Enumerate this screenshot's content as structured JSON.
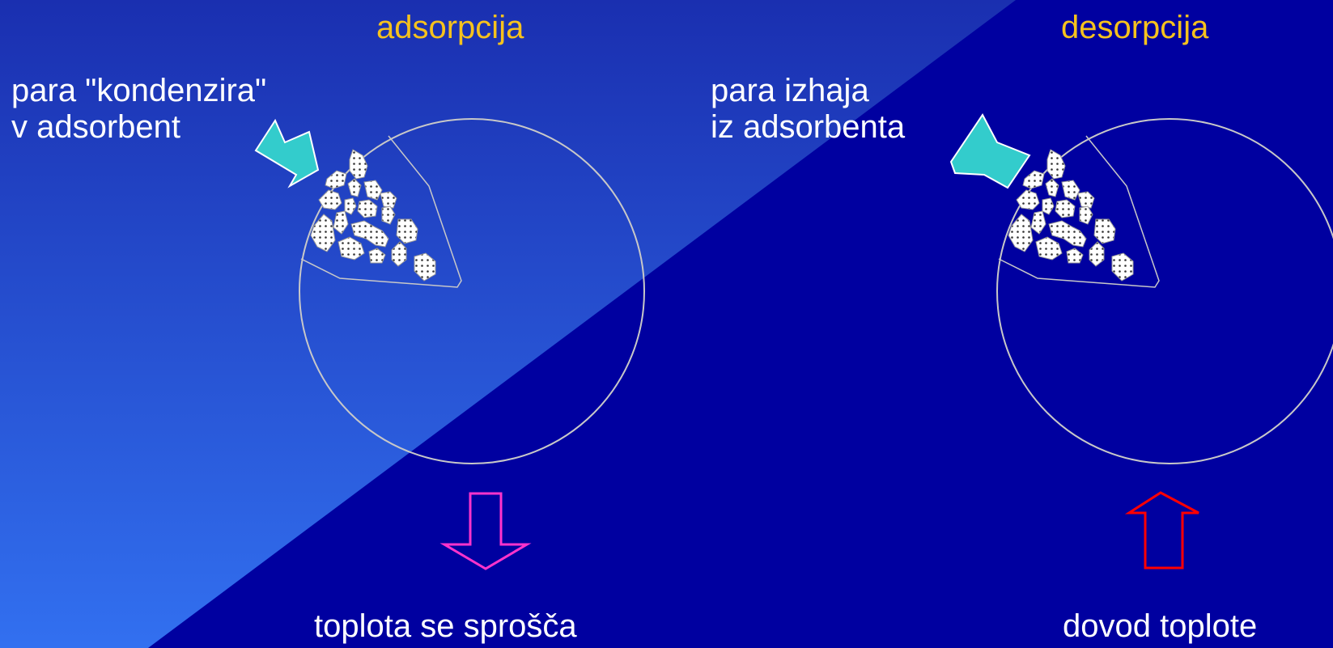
{
  "left_panel": {
    "title": "adsorpcija",
    "vapor_label_line1": "para \"kondenzira\"",
    "vapor_label_line2": "v adsorbent",
    "heat_label": "toplota se sprošča"
  },
  "right_panel": {
    "title": "desorpcija",
    "vapor_label_line1": "para izhaja",
    "vapor_label_line2": "iz adsorbenta",
    "heat_label": "dovod toplote"
  },
  "colors": {
    "background_dark": "#0000a0",
    "background_light_top": "#1a2fb0",
    "background_light_bottom": "#3270f0",
    "title": "#f6c21d",
    "text": "#ffffff",
    "vapor_arrow": "#33cccc",
    "heat_release_arrow": "#ff33cc",
    "heat_supply_arrow": "#ff0000",
    "circle_outline": "#c8c8c8"
  }
}
